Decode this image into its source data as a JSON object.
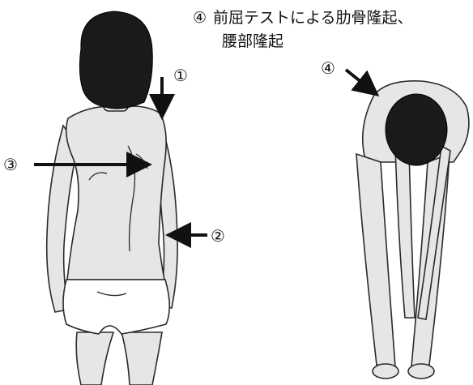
{
  "caption": {
    "number": "④",
    "line1": "前屈テストによる肋骨隆起、",
    "line2": "腰部隆起"
  },
  "markers": {
    "m1": "①",
    "m2": "②",
    "m3": "③",
    "m4": "④"
  },
  "colors": {
    "skin": "#e6e6e6",
    "hair": "#1a1a1a",
    "line": "#2a2a2a",
    "arrow": "#111111"
  }
}
